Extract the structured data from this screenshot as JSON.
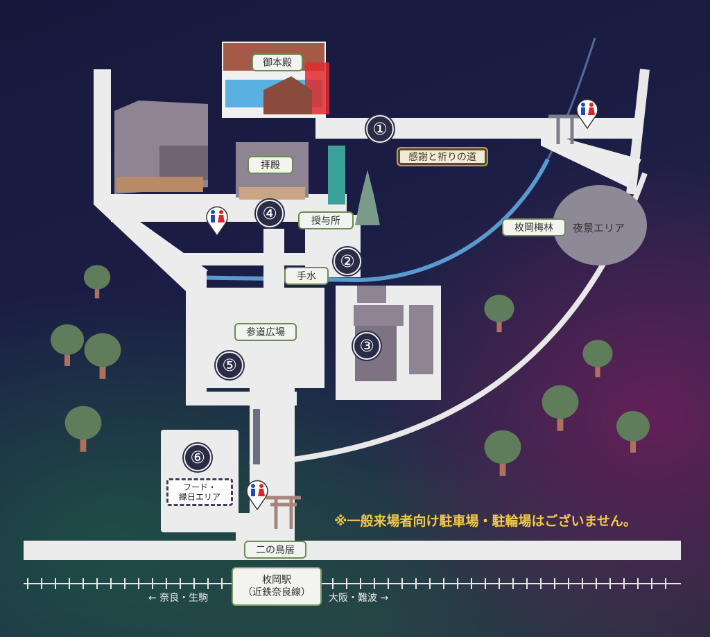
{
  "labels": {
    "honden": "御本殿",
    "haiden": "拝殿",
    "juyosho": "授与所",
    "temizu": "手水",
    "sandou_hiroba": "参道広場",
    "kansha": "感謝と祈りの道",
    "baien": "枚岡梅林",
    "yakei": "夜景エリア",
    "food_line1": "フード・",
    "food_line2": "縁日エリア",
    "ni_no_torii": "二の鳥居",
    "station_line1": "枚岡駅",
    "station_line2": "（近鉄奈良線）",
    "dir_left": "← 奈良・生駒",
    "dir_right": "大阪・難波 →"
  },
  "numbers": [
    "①",
    "②",
    "③",
    "④",
    "⑤",
    "⑥"
  ],
  "notice": "※一般来場者向け駐車場・駐輪場はございません。",
  "icons": [
    "restroom-icon",
    "torii-icon",
    "tree-icon",
    "fountain-icon"
  ],
  "colors": {
    "road": "#ececec",
    "accent_green": "#6c8a55",
    "notice_yellow": "#f2c84b",
    "stream_blue": "#5fa8e0",
    "pin_red": "#d9252b",
    "pin_blue": "#1f4fa8"
  }
}
